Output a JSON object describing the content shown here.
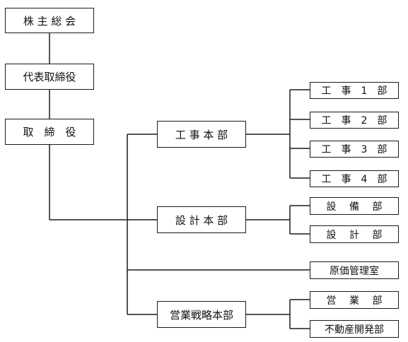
{
  "chart": {
    "shareholders": "株 主 総 会",
    "representative": "代表取締役",
    "directors": "取　締　役",
    "construction_hq": "工 事 本 部",
    "design_hq": "設 計 本 部",
    "sales_hq": "営業戦略本部",
    "construction_depts": [
      "工　事　1　部",
      "工　事　2　部",
      "工　事　3　部",
      "工　事　4　部"
    ],
    "design_depts": [
      "設　 備 　部",
      "設　 計 　部"
    ],
    "cost_management": "原価管理室",
    "sales_depts": [
      "営　 業 　部",
      "不動産開発部"
    ]
  }
}
